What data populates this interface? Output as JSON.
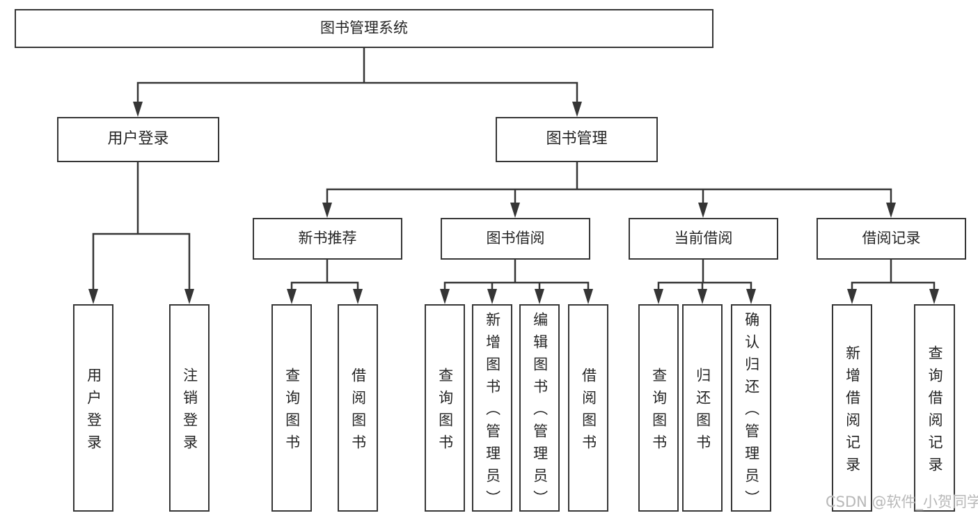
{
  "diagram": {
    "title": "图书管理系统",
    "level2": [
      {
        "label": "用户登录"
      },
      {
        "label": "图书管理"
      }
    ],
    "level3": [
      {
        "label": "新书推荐",
        "parent": "图书管理"
      },
      {
        "label": "图书借阅",
        "parent": "图书管理"
      },
      {
        "label": "当前借阅",
        "parent": "图书管理"
      },
      {
        "label": "借阅记录",
        "parent": "图书管理"
      }
    ],
    "leaves": [
      {
        "label": "用户登录",
        "parent": "用户登录"
      },
      {
        "label": "注销登录",
        "parent": "用户登录"
      },
      {
        "label": "查询图书",
        "parent": "新书推荐"
      },
      {
        "label": "借阅图书",
        "parent": "新书推荐"
      },
      {
        "label": "查询图书",
        "parent": "图书借阅"
      },
      {
        "label": "新增图书（管理员）",
        "parent": "图书借阅"
      },
      {
        "label": "编辑图书（管理员）",
        "parent": "图书借阅"
      },
      {
        "label": "借阅图书",
        "parent": "图书借阅"
      },
      {
        "label": "查询图书",
        "parent": "当前借阅"
      },
      {
        "label": "归还图书",
        "parent": "当前借阅"
      },
      {
        "label": "确认归还（管理员）",
        "parent": "当前借阅"
      },
      {
        "label": "新增借阅记录",
        "parent": "借阅记录"
      },
      {
        "label": "查询借阅记录",
        "parent": "借阅记录"
      }
    ]
  },
  "watermark": {
    "text": "CSDN @软件_小贺同学"
  },
  "colors": {
    "line": "#353535",
    "box_border": "#353535",
    "text": "#242424",
    "watermark": "#b8b8b8",
    "background": "#ffffff"
  }
}
